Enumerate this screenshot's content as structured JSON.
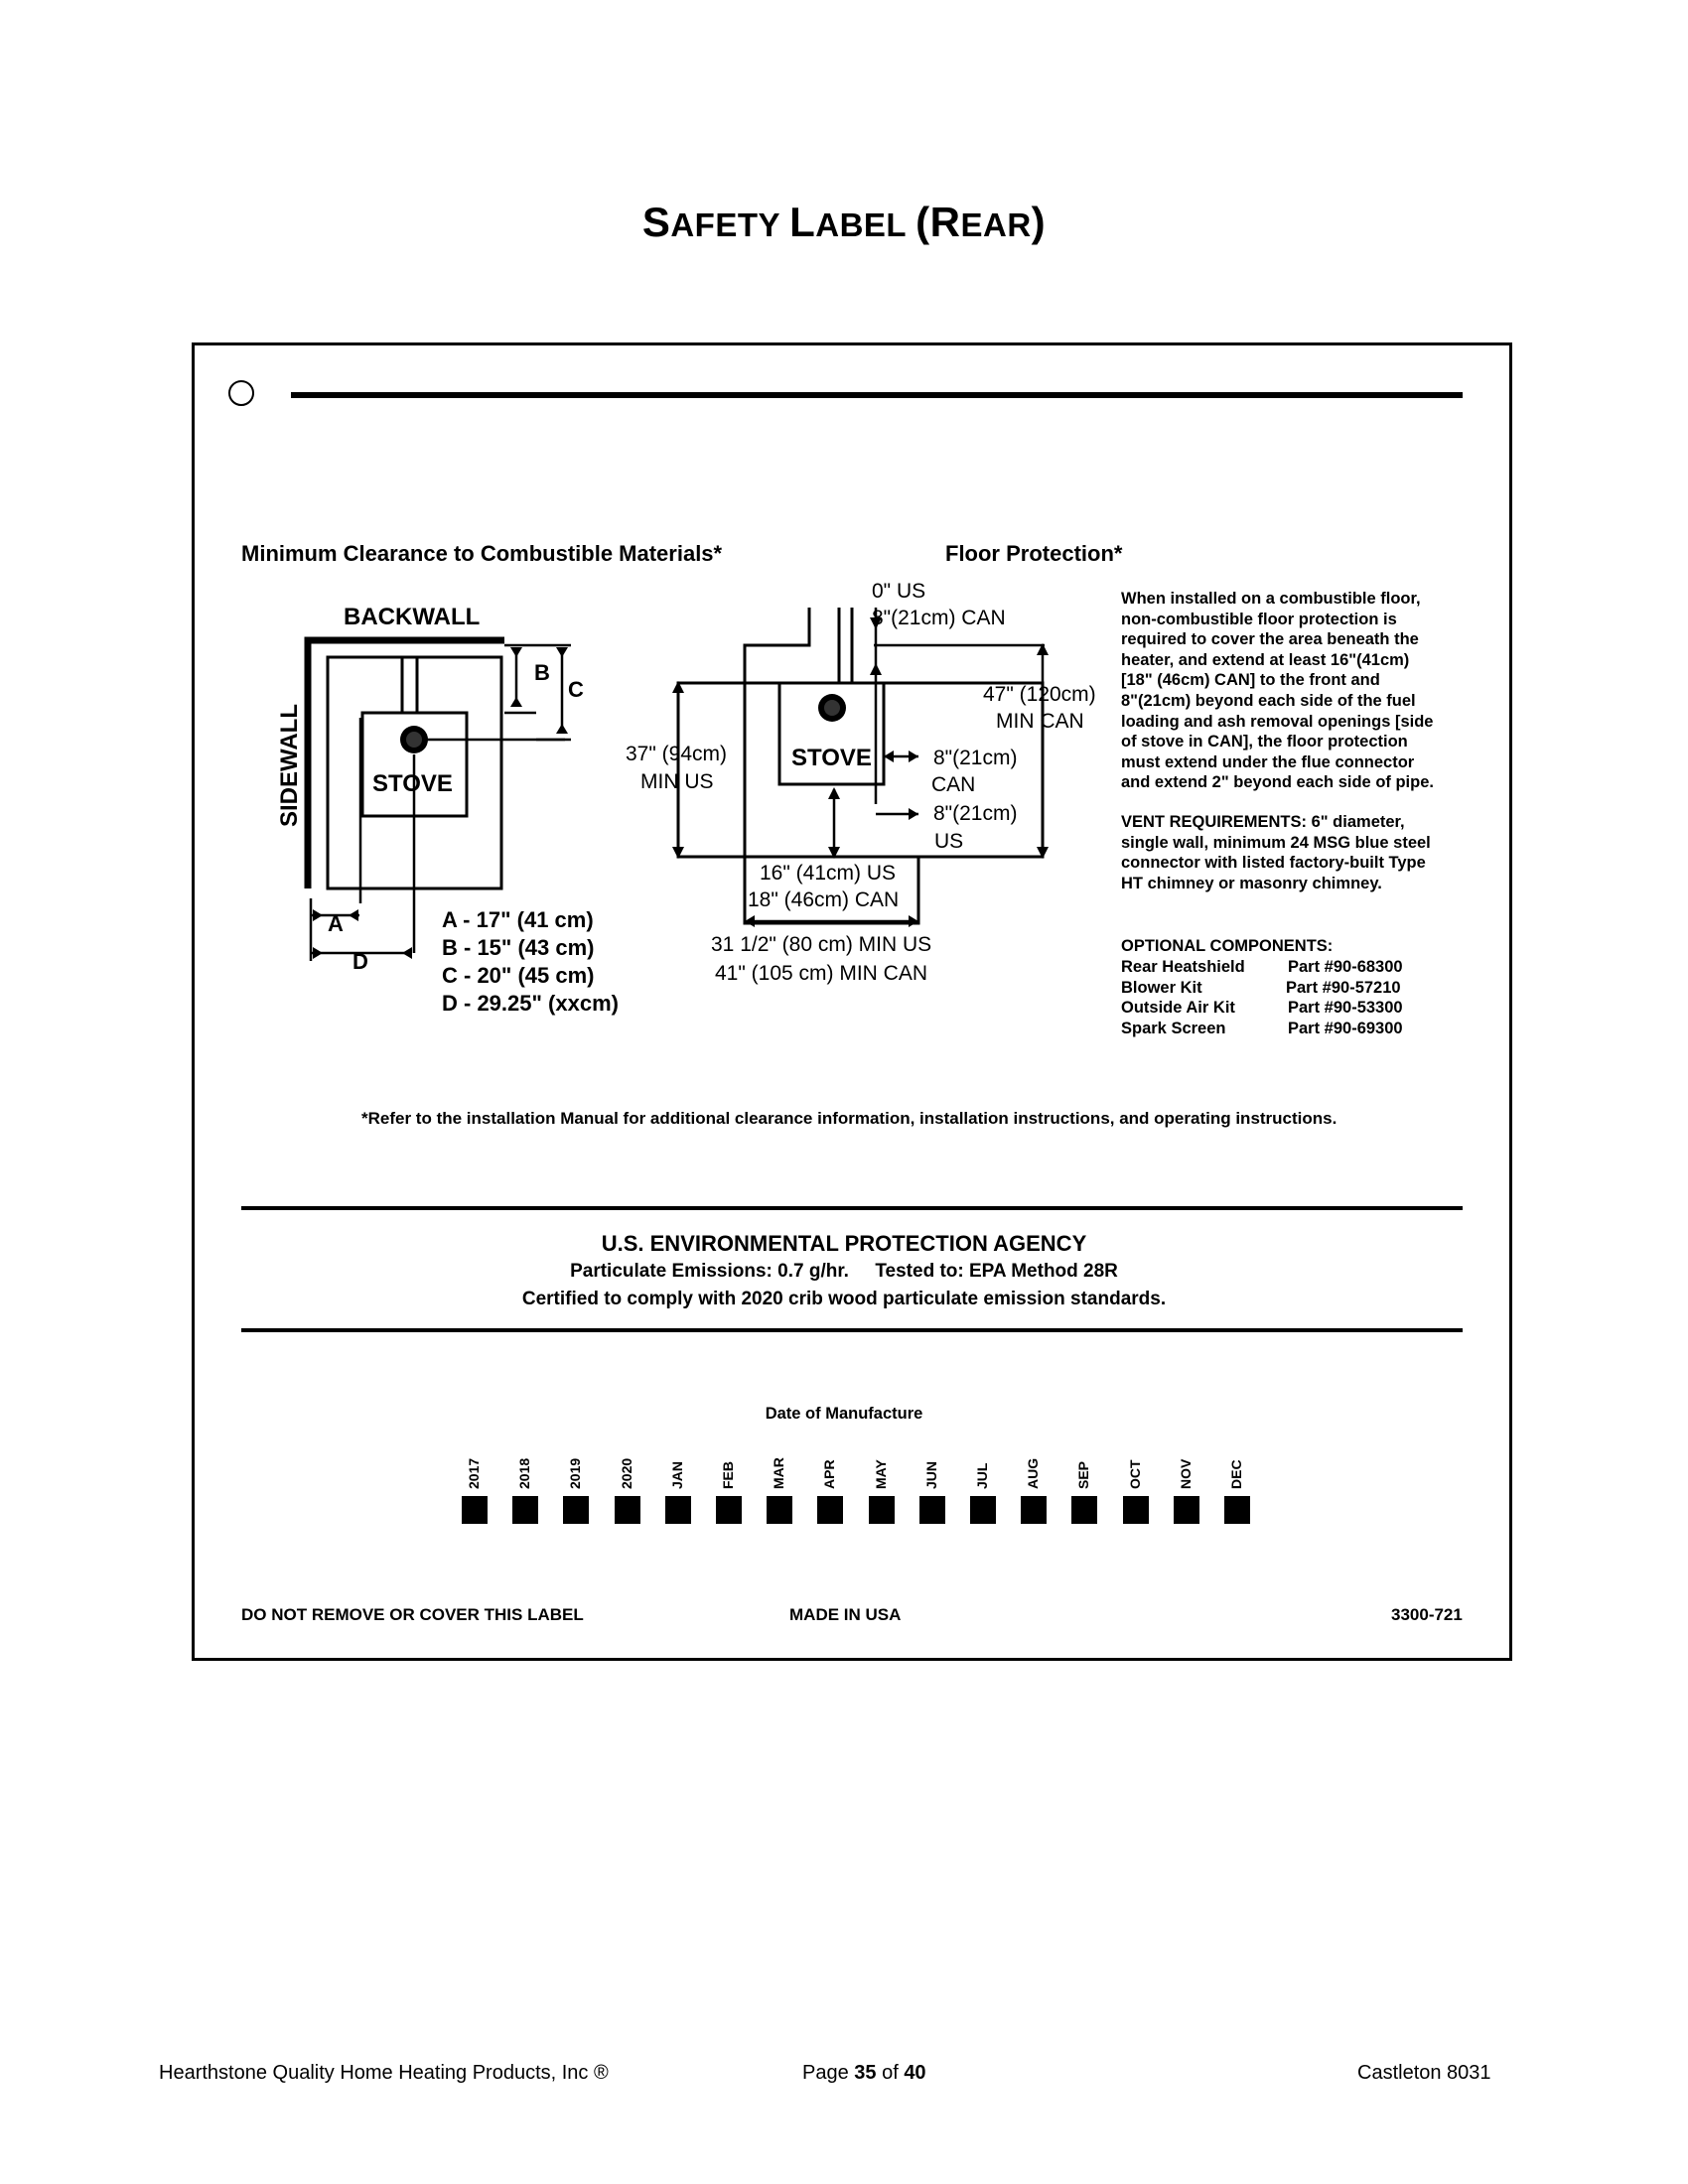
{
  "title": {
    "cap1": "S",
    "small1": "AFETY ",
    "cap2": "L",
    "small2": "ABEL ",
    "cap3": "(R",
    "small3": "EAR",
    "cap4": ")"
  },
  "clearance": {
    "heading": "Minimum Clearance to Combustible Materials*",
    "backwall": "BACKWALL",
    "sidewall": "SIDEWALL",
    "stove": "STOVE",
    "letters": {
      "a": "A",
      "b": "B",
      "c": "C",
      "d": "D"
    },
    "legend": [
      "A - 17\" (41 cm)",
      "B - 15\" (43 cm)",
      "C - 20\" (45 cm)",
      "D - 29.25\" (xxcm)"
    ]
  },
  "floor": {
    "heading": "Floor Protection*",
    "stove": "STOVE",
    "top_us": "0\" US",
    "top_can": "8\"(21cm) CAN",
    "right_47": "47\" (120cm)",
    "right_min_can": "MIN CAN",
    "left_37": "37\" (94cm)",
    "left_min_us": "MIN US",
    "side_can_1": "8\"(21cm)",
    "side_can_2": "CAN",
    "side_us_1": "8\"(21cm)",
    "side_us_2": "US",
    "bottom_us": "16\" (41cm) US",
    "bottom_can": "18\" (46cm) CAN",
    "width_us": "31 1/2\" (80 cm) MIN US",
    "width_can": "41\" (105 cm) MIN CAN"
  },
  "info": {
    "floor_text": [
      "When installed on a combustible floor,",
      "non-combustible floor protection is",
      "required to cover the area beneath the",
      "heater, and extend at least 16\"(41cm)",
      "[18\" (46cm) CAN] to the front and",
      "8\"(21cm) beyond each side of the fuel",
      "loading and ash removal openings [side",
      "of stove in CAN], the floor protection",
      "must extend under the flue connector",
      "and extend 2\" beyond each side of pipe."
    ],
    "vent_text": [
      "VENT REQUIREMENTS: 6\" diameter,",
      "single wall, minimum 24 MSG blue steel",
      "connector with listed factory-built Type",
      "HT chimney or masonry chimney."
    ],
    "optional_heading": "OPTIONAL COMPONENTS:",
    "parts": [
      {
        "name": "Rear Heatshield",
        "part": "Part #90-68300"
      },
      {
        "name": "Blower Kit",
        "part": "Part #90-57210"
      },
      {
        "name": "Outside Air Kit",
        "part": "Part #90-53300"
      },
      {
        "name": "Spark Screen",
        "part": "Part #90-69300"
      }
    ]
  },
  "footnote": "*Refer to the installation Manual for additional clearance information, installation instructions, and operating instructions.",
  "epa": {
    "agency": "U.S. ENVIRONMENTAL PROTECTION AGENCY",
    "emissions": "Particulate Emissions: 0.7 g/hr.     Tested to: EPA Method 28R",
    "certified": "Certified to comply with 2020 crib wood particulate emission standards."
  },
  "manufacture": {
    "title": "Date of Manufacture",
    "labels": [
      "2017",
      "2018",
      "2019",
      "2020",
      "JAN",
      "FEB",
      "MAR",
      "APR",
      "MAY",
      "JUN",
      "JUL",
      "AUG",
      "SEP",
      "OCT",
      "NOV",
      "DEC"
    ]
  },
  "label_footer": {
    "left": "DO NOT REMOVE OR COVER THIS LABEL",
    "center": "MADE IN USA",
    "right": "3300-721"
  },
  "page_footer": {
    "left": "Hearthstone Quality Home Heating Products, Inc ®",
    "page_prefix": "Page ",
    "page_num": "35",
    "page_of": " of ",
    "page_total": "40",
    "right": "Castleton 8031"
  }
}
